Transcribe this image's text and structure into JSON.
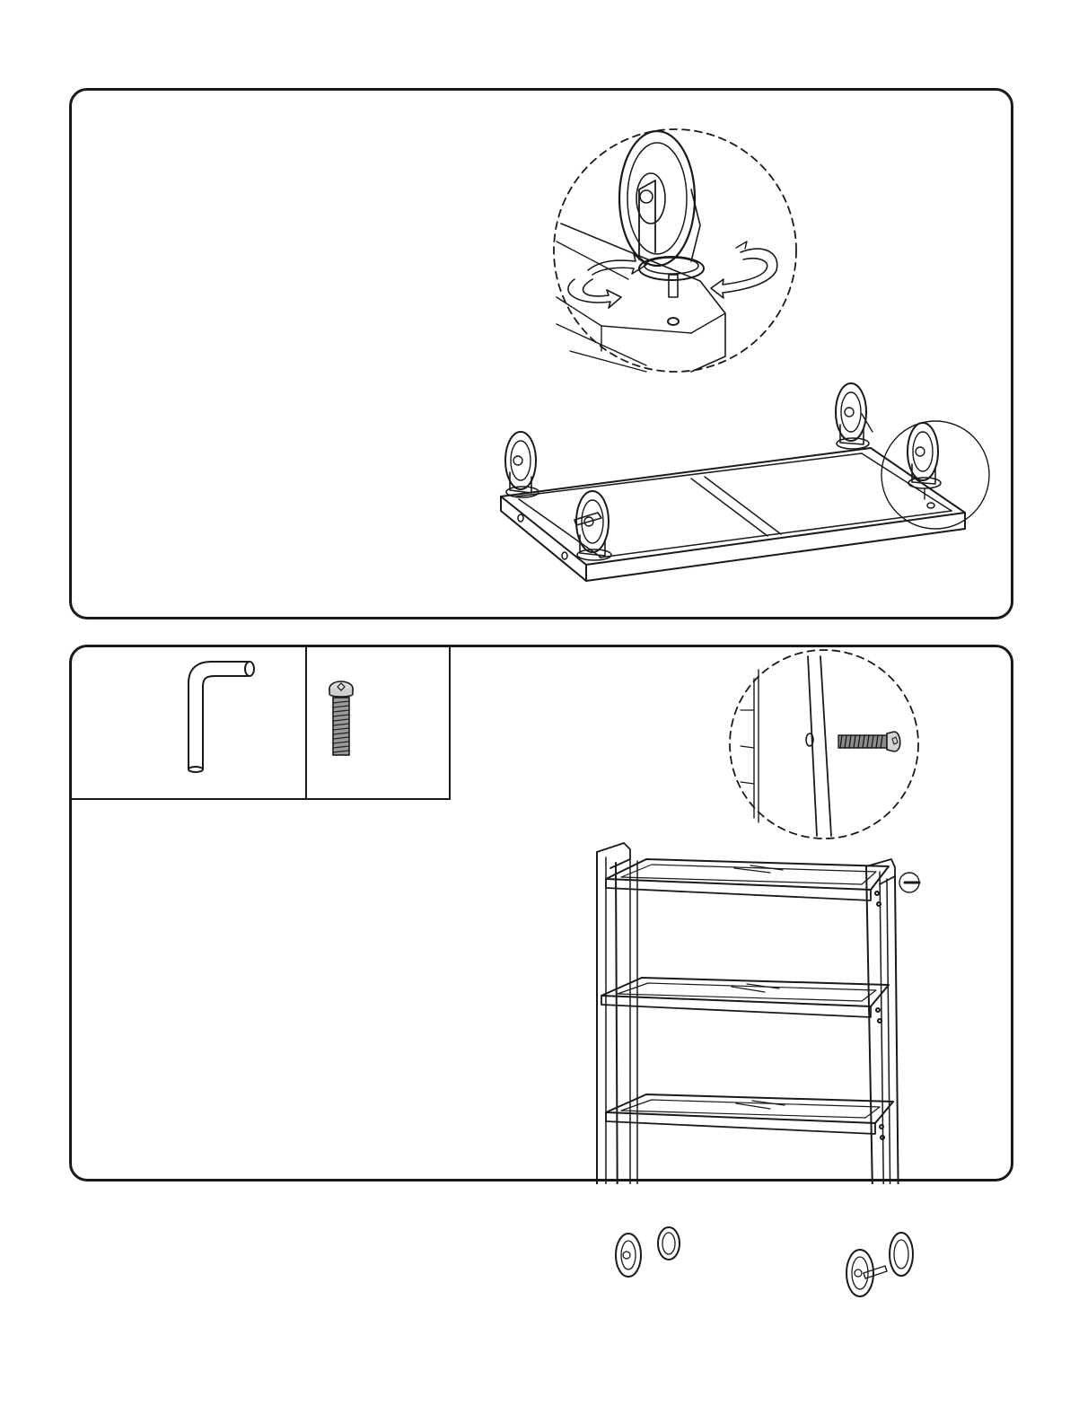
{
  "document": {
    "panels": [
      {
        "id": "step-casters",
        "parts": [],
        "illustrations": [
          "caster-detail-magnified",
          "base-frame-with-four-casters"
        ]
      },
      {
        "id": "step-frame-assembly",
        "parts": [
          {
            "name": "hex-key",
            "quantity": ""
          },
          {
            "name": "button-head-bolt",
            "quantity": ""
          }
        ],
        "illustrations": [
          "bolt-insertion-magnified",
          "assembled-four-tier-cart"
        ]
      }
    ],
    "colors": {
      "line": "#1a1a1a",
      "background": "#ffffff"
    }
  }
}
